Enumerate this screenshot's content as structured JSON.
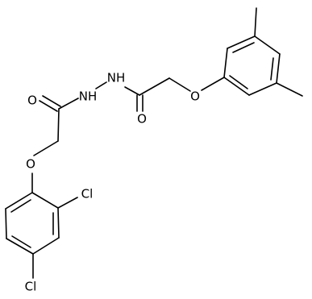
{
  "molecule": {
    "atoms": {
      "O_carbonyl_left": "O",
      "NH_left": "NH",
      "NH_right": "NH",
      "O_carbonyl_right": "O",
      "O_ether_right": "O",
      "O_ether_left": "O",
      "Cl_ortho": "Cl",
      "Cl_para": "Cl"
    }
  }
}
